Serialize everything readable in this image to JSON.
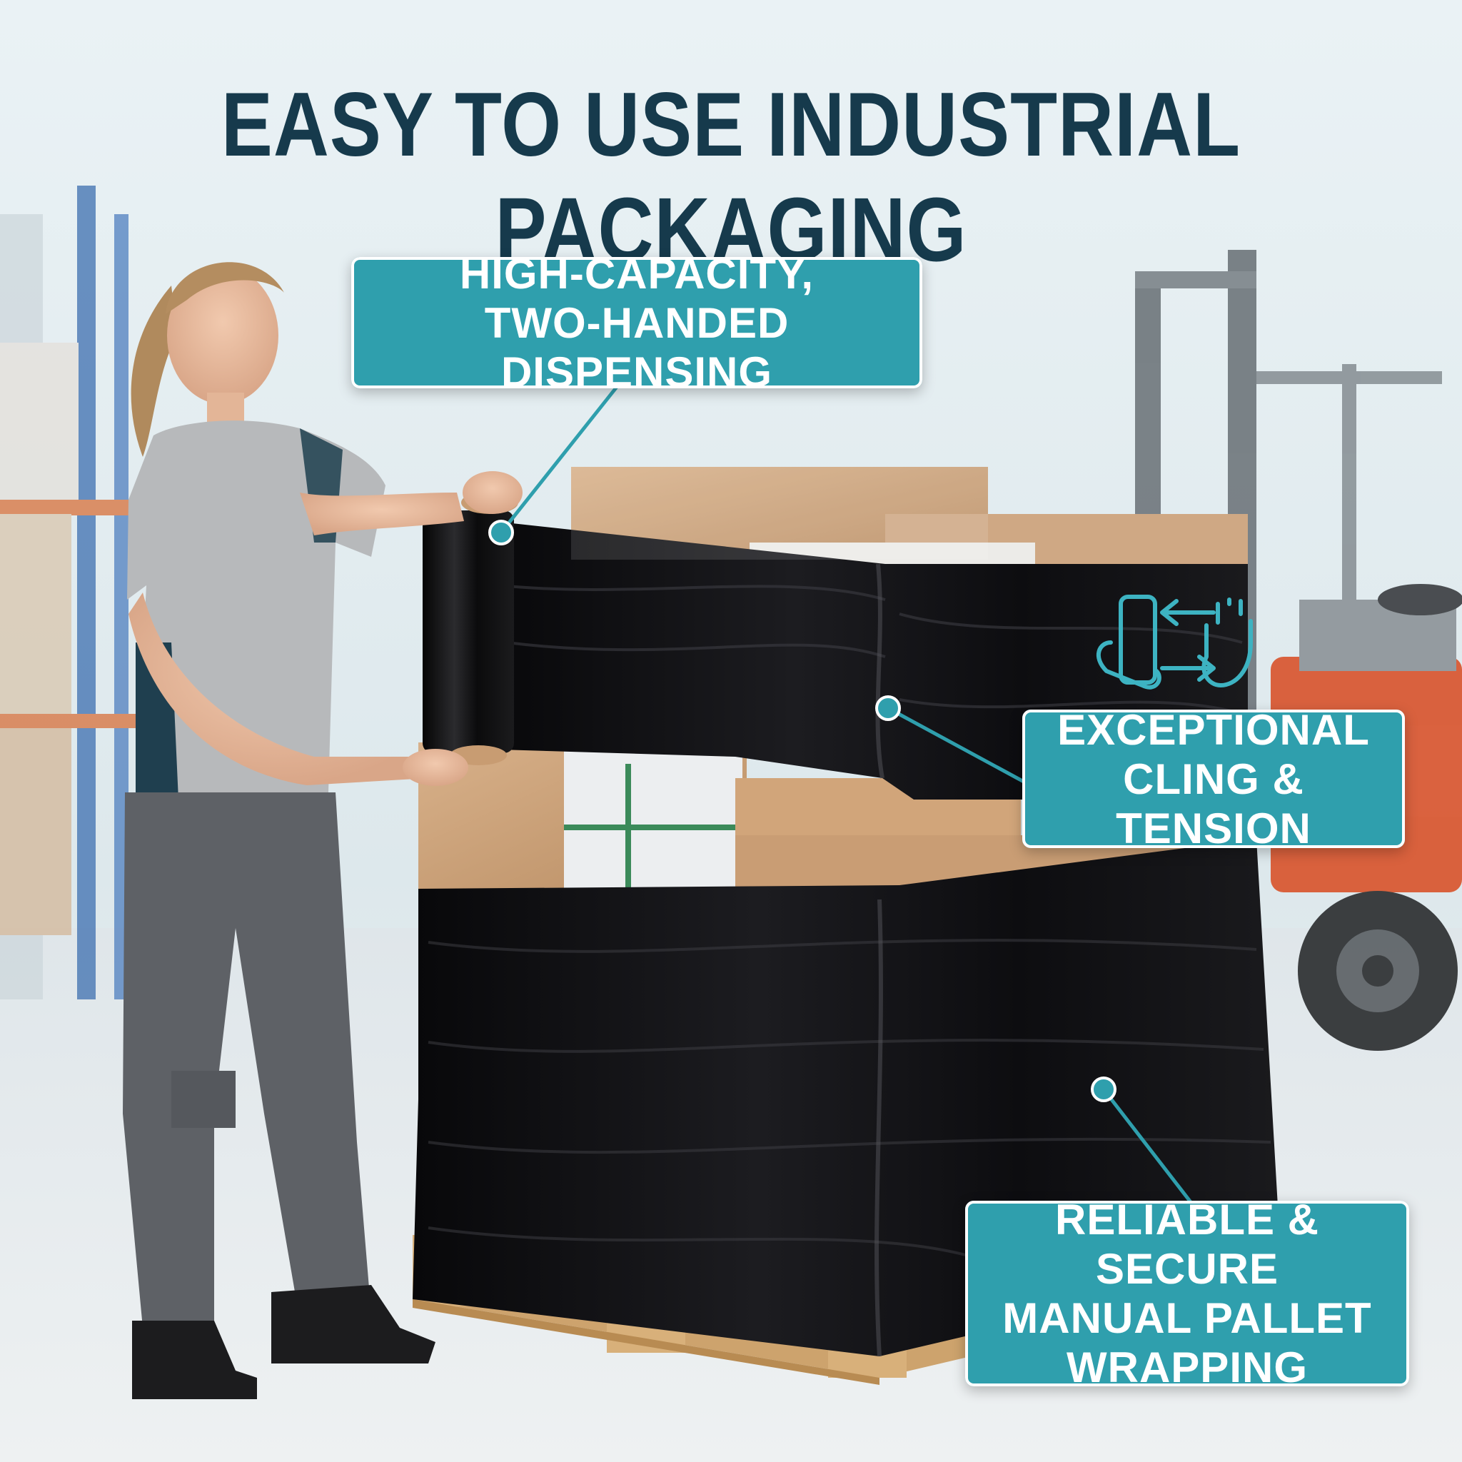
{
  "headline": "EASY TO USE INDUSTRIAL PACKAGING",
  "callouts": [
    {
      "lines": [
        "HIGH-CAPACITY,",
        "TWO-HANDED DISPENSING"
      ]
    },
    {
      "lines": [
        "EXCEPTIONAL",
        "CLING & TENSION"
      ]
    },
    {
      "lines": [
        "RELIABLE & SECURE",
        "MANUAL PALLET",
        "WRAPPING"
      ]
    }
  ],
  "colors": {
    "headline": "#163a4c",
    "callout_fill": "#2f9fad",
    "callout_border": "#ffffff",
    "wrap_film": "#0e0e10",
    "cardboard": "#c89c72",
    "pallet_wood": "#d8b07a",
    "forklift_orange": "#d9532b",
    "uniform_grey": "#b7b9bb",
    "uniform_navy": "#1f3f4f"
  },
  "icons": [
    "film-roll-hand-icon",
    "arrows-icon",
    "open-hand-icon"
  ]
}
